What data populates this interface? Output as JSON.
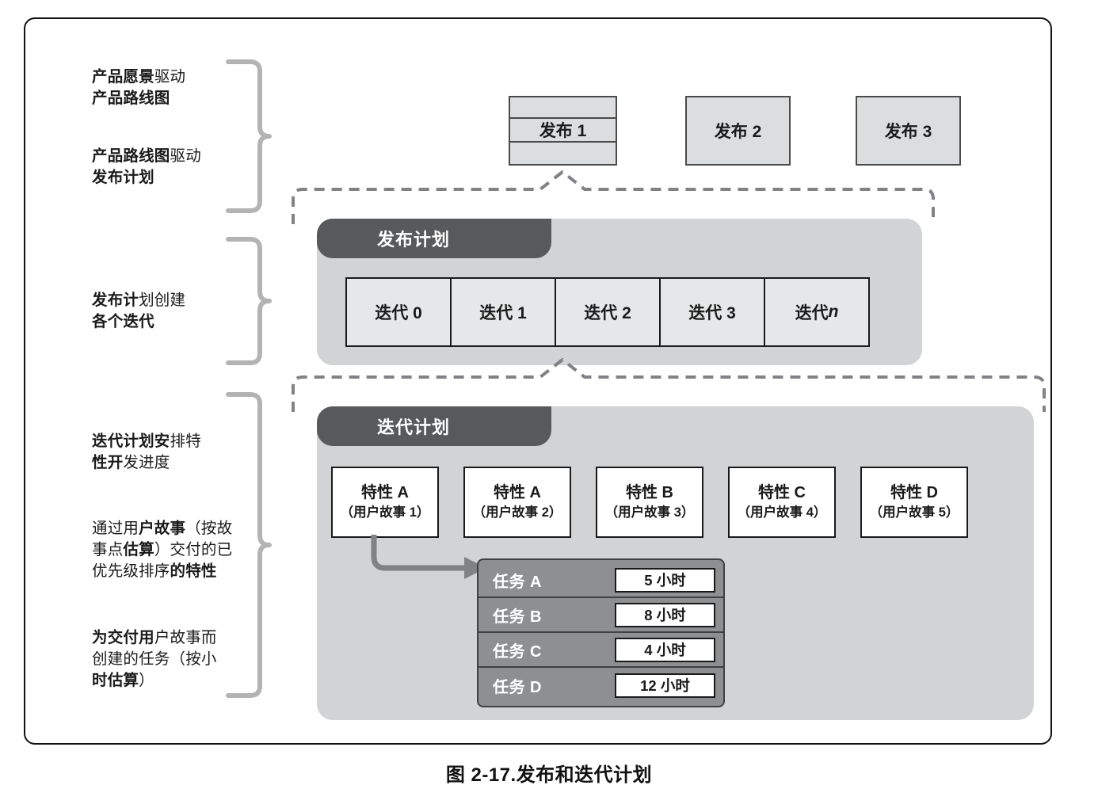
{
  "figure": {
    "caption": "图 2-17.发布和迭代计划"
  },
  "annotations": [
    {
      "id": "note-1",
      "lines": [
        [
          {
            "t": "产品愿景",
            "b": true
          },
          {
            "t": "驱动",
            "b": false
          }
        ],
        [
          {
            "t": "产品路线图",
            "b": true
          }
        ]
      ]
    },
    {
      "id": "note-2",
      "lines": [
        [
          {
            "t": "产品路线图",
            "b": true
          },
          {
            "t": "驱动",
            "b": false
          }
        ],
        [
          {
            "t": "发布计划",
            "b": true
          }
        ]
      ]
    },
    {
      "id": "note-3",
      "lines": [
        [
          {
            "t": "发布计",
            "b": true
          },
          {
            "t": "划创建",
            "b": false
          }
        ],
        [
          {
            "t": "各个迭代",
            "b": true
          }
        ]
      ]
    },
    {
      "id": "note-4",
      "lines": [
        [
          {
            "t": "迭代计划安",
            "b": true
          },
          {
            "t": "排特",
            "b": false
          }
        ],
        [
          {
            "t": "性开",
            "b": true
          },
          {
            "t": "发进度",
            "b": false
          }
        ]
      ]
    },
    {
      "id": "note-5",
      "lines": [
        [
          {
            "t": "通过用",
            "b": false
          },
          {
            "t": "户故事",
            "b": true
          },
          {
            "t": "（按故",
            "b": false
          }
        ],
        [
          {
            "t": "事点",
            "b": false
          },
          {
            "t": "估算",
            "b": true
          },
          {
            "t": "）交付的已",
            "b": false
          }
        ],
        [
          {
            "t": "优先级排序",
            "b": false
          },
          {
            "t": "的特性",
            "b": true
          }
        ]
      ]
    },
    {
      "id": "note-6",
      "lines": [
        [
          {
            "t": "为交付用",
            "b": true
          },
          {
            "t": "户故事而",
            "b": false
          }
        ],
        [
          {
            "t": "创建的任务（按小",
            "b": false
          }
        ],
        [
          {
            "t": "时估算",
            "b": true
          },
          {
            "t": "）",
            "b": false
          }
        ]
      ]
    }
  ],
  "releases": [
    {
      "label": "发布 1",
      "segmented": true
    },
    {
      "label": "发布 2",
      "segmented": false
    },
    {
      "label": "发布 3",
      "segmented": false
    }
  ],
  "release_plan": {
    "title": "发布计划",
    "iterations": [
      {
        "label": "迭代 0",
        "italic_suffix": ""
      },
      {
        "label": "迭代 1",
        "italic_suffix": ""
      },
      {
        "label": "迭代 2",
        "italic_suffix": ""
      },
      {
        "label": "迭代 3",
        "italic_suffix": ""
      },
      {
        "label": "迭代 ",
        "italic_suffix": "n"
      }
    ]
  },
  "iteration_plan": {
    "title": "迭代计划",
    "features": [
      {
        "name": "特性 A",
        "story": "（用户故事 1）"
      },
      {
        "name": "特性 A",
        "story": "（用户故事 2）"
      },
      {
        "name": "特性 B",
        "story": "（用户故事 3）"
      },
      {
        "name": "特性 C",
        "story": "（用户故事 4）"
      },
      {
        "name": "特性 D",
        "story": "（用户故事 5）"
      }
    ],
    "tasks": [
      {
        "label": "任务 A",
        "estimate": "5 小时"
      },
      {
        "label": "任务 B",
        "estimate": "8 小时"
      },
      {
        "label": "任务 C",
        "estimate": "4 小时"
      },
      {
        "label": "任务 D",
        "estimate": "12 小时"
      }
    ]
  },
  "colors": {
    "frame_border": "#111111",
    "panel_bg": "#d1d3d4",
    "panel_tab": "#58595b",
    "release_box": "#dcdddf",
    "iteration_box": "#e6e7e8",
    "task_block": "#8d8f91",
    "brace": "#b3b3b3",
    "dashed": "#808285",
    "connector": "#808285"
  }
}
